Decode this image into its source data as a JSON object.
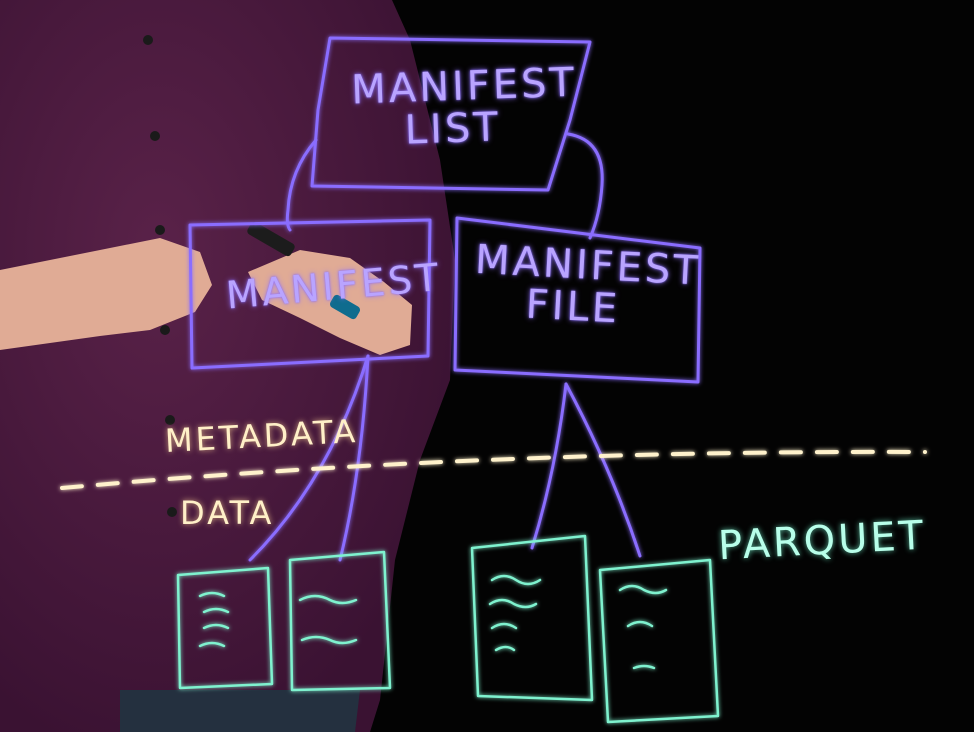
{
  "diagram": {
    "labels": {
      "manifest_list": "MANIFEST\nLIST",
      "manifest": "MANIFEST",
      "manifest_file": "MANIFEST\nFILE",
      "metadata": "METADATA",
      "data": "DATA",
      "parquet": "PARQUET"
    },
    "colors": {
      "box_stroke": "#8a6dff",
      "dashed_divider": "#fff2cc",
      "data_files": "#7ff2cf",
      "shirt": "#4a1a3e"
    },
    "icons": [
      "parquet-file-icon",
      "marker-pen-icon"
    ]
  }
}
